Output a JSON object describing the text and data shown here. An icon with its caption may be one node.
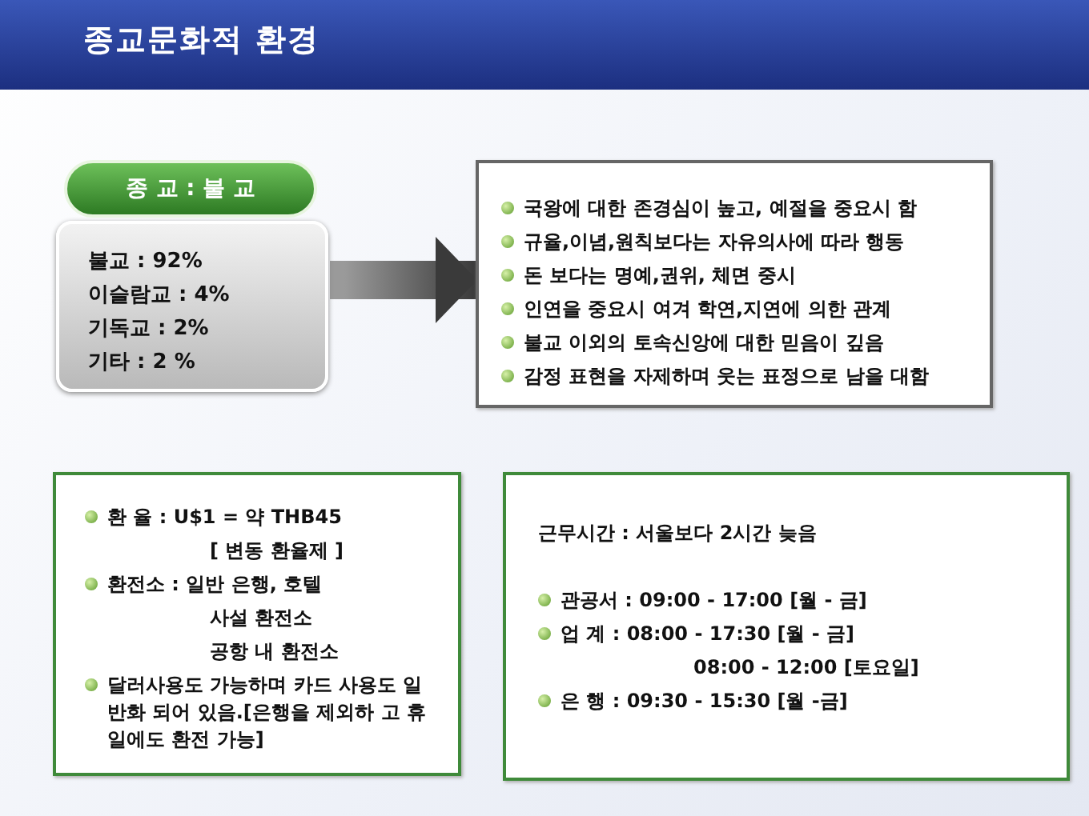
{
  "diagram": {
    "title": "종교문화적 환경",
    "nodes": [
      {
        "text": [
          "종 교 : 불 교",
          "불교 : 92%",
          "이슬람교 : 4%",
          "기독교 : 2%",
          "기타 : 2 %"
        ]
      },
      {
        "text": [
          "국왕에 대한 존경심이 높고, 예절을 중요시 함",
          "규율,이념,원칙보다는 자유의사에 따라 행동",
          "돈 보다는 명예,권위, 체면 중시",
          "인연을 중요시 여겨 학연,지연에 의한 관계",
          "불교 이외의 토속신앙에 대한 믿음이 깊음",
          "감정 표현을 자제하며 웃는 표정으로 남을 대함"
        ]
      },
      {
        "text": [
          "환 율 : U$1 = 약 THB45",
          "[ 변동 환율제 ]",
          "환전소 : 일반 은행, 호텔",
          "사설 환전소",
          "공항 내 환전소",
          "달러사용도 가능하며 카드 사용도 일반화 되어 있음.[은행을 제외하 고 휴일에도 환전 가능]"
        ]
      },
      {
        "text": [
          "근무시간 : 서울보다 2시간 늦음",
          "관공서 : 09:00 - 17:00 [월 - 금]",
          "업 계 : 08:00 - 17:30 [월 - 금]",
          "08:00 - 12:00 [토요일]",
          "은 행 : 09:30 - 15:30 [월 -금]"
        ]
      }
    ],
    "edges": [
      {
        "from": 0,
        "to": 1,
        "arrow": "to"
      }
    ]
  }
}
